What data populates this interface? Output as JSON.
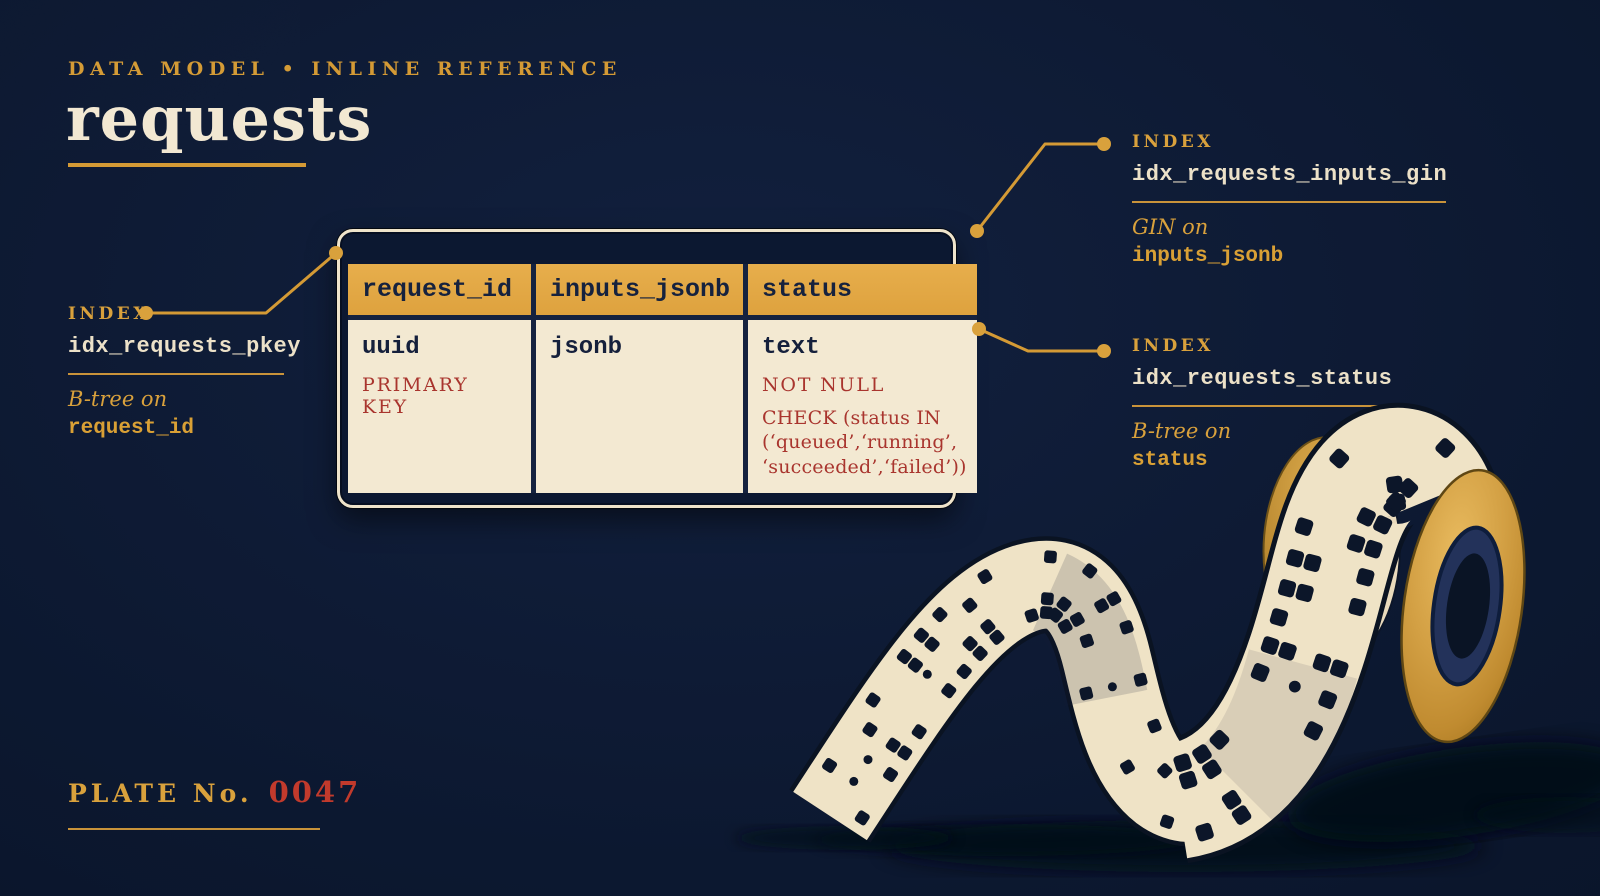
{
  "eyebrow": "DATA MODEL • INLINE REFERENCE",
  "title": "requests",
  "table": {
    "columns": [
      {
        "name": "request_id",
        "type": "uuid",
        "constraints": [
          "PRIMARY KEY"
        ]
      },
      {
        "name": "inputs_jsonb",
        "type": "jsonb",
        "constraints": []
      },
      {
        "name": "status",
        "type": "text",
        "constraints": [
          "NOT NULL",
          "CHECK (status IN\n(‘queued’,‘running’,\n‘succeeded’,‘failed’))"
        ]
      }
    ]
  },
  "annotations": {
    "pkey": {
      "label": "INDEX",
      "name": "idx_requests_pkey",
      "method": "B-tree on",
      "column": "request_id"
    },
    "gin": {
      "label": "INDEX",
      "name": "idx_requests_inputs_gin",
      "method": "GIN on",
      "column": "inputs_jsonb"
    },
    "status": {
      "label": "INDEX",
      "name": "idx_requests_status",
      "method": "B-tree on",
      "column": "status"
    }
  },
  "plate": {
    "label": "PLATE No.",
    "number": "0047"
  },
  "colors": {
    "background": "#0b1730",
    "gold": "#d49a35",
    "header_gold": "#e2a946",
    "cream": "#efe3c6",
    "paper": "#f3e9d2",
    "red": "#ae3530",
    "ink_navy": "#15223f"
  }
}
